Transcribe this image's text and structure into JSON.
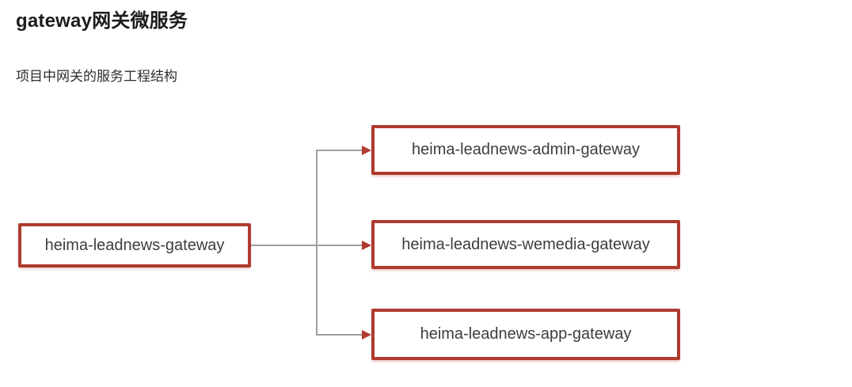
{
  "page": {
    "title": "gateway网关微服务",
    "subtitle": "项目中网关的服务工程结构"
  },
  "diagram": {
    "root": {
      "label": "heima-leadnews-gateway"
    },
    "children": [
      {
        "label": "heima-leadnews-admin-gateway"
      },
      {
        "label": "heima-leadnews-wemedia-gateway"
      },
      {
        "label": "heima-leadnews-app-gateway"
      }
    ],
    "edges": [
      {
        "from": "heima-leadnews-gateway",
        "to": "heima-leadnews-admin-gateway"
      },
      {
        "from": "heima-leadnews-gateway",
        "to": "heima-leadnews-wemedia-gateway"
      },
      {
        "from": "heima-leadnews-gateway",
        "to": "heima-leadnews-app-gateway"
      }
    ],
    "colors": {
      "box_border": "#ae3b2e",
      "arrow": "#b23a2c",
      "connector": "#9e9e9e",
      "box_text": "#3d3d3d",
      "title_text": "#1c1c1c"
    }
  }
}
